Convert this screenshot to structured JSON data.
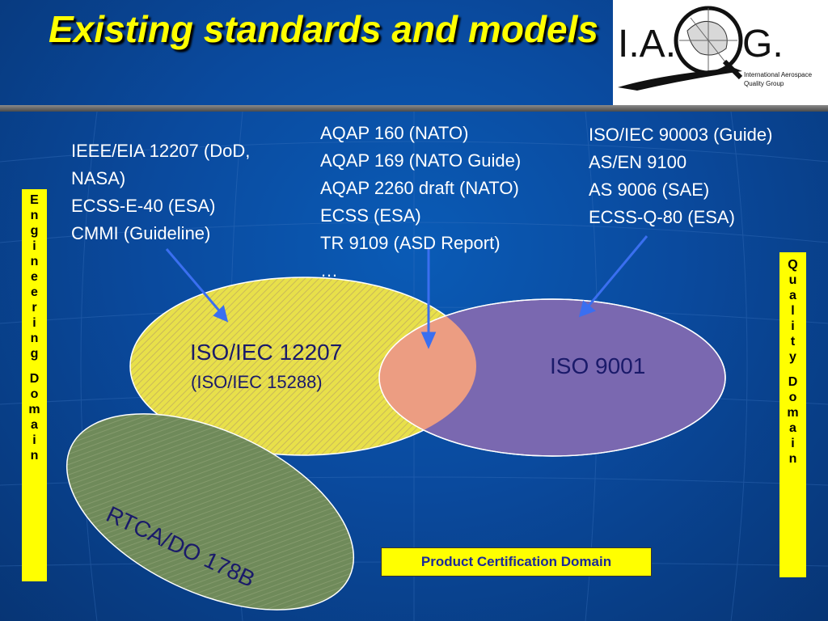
{
  "slide": {
    "title": "Existing standards and models",
    "logo": {
      "letters": "I.A.Q.G.",
      "line1": "International Aerospace",
      "line2": "Quality Group"
    },
    "left_list": [
      "IEEE/EIA 12207 (DoD,",
      "NASA)",
      "ECSS-E-40 (ESA)",
      "CMMI (Guideline)"
    ],
    "middle_list": [
      "AQAP 160 (NATO)",
      "AQAP 169 (NATO Guide)",
      "AQAP 2260 draft (NATO)",
      "ECSS (ESA)",
      "TR 9109 (ASD Report)",
      "…"
    ],
    "right_list": [
      "ISO/IEC 90003 (Guide)",
      "AS/EN 9100",
      "AS 9006 (SAE)",
      "ECSS-Q-80 (ESA)"
    ],
    "ellipses": {
      "engineering": {
        "title": "ISO/IEC 12207",
        "subtitle": "(ISO/IEC 15288)"
      },
      "quality": {
        "title": "ISO 9001"
      },
      "certification": {
        "title": "RTCA/DO 178B"
      }
    },
    "engineering_domain": [
      "E",
      "n",
      "g",
      "i",
      "n",
      "e",
      "e",
      "r",
      "i",
      "n",
      "g",
      "",
      "D",
      "o",
      "m",
      "a",
      "i",
      "n"
    ],
    "quality_domain": [
      "Q",
      "u",
      "a",
      "l",
      "i",
      "t",
      "y",
      "",
      "D",
      "o",
      "m",
      "a",
      "i",
      "n"
    ],
    "product_cert_label": "Product Certification Domain",
    "colors": {
      "title": "#ffff00",
      "background": "#0a4a9e",
      "engineering_fill": "#e8e04a",
      "quality_fill": "#7a68b0",
      "certification_fill": "#6f8a5a",
      "arrow": "#3a6ff0",
      "label_box": "#ffff00"
    }
  }
}
